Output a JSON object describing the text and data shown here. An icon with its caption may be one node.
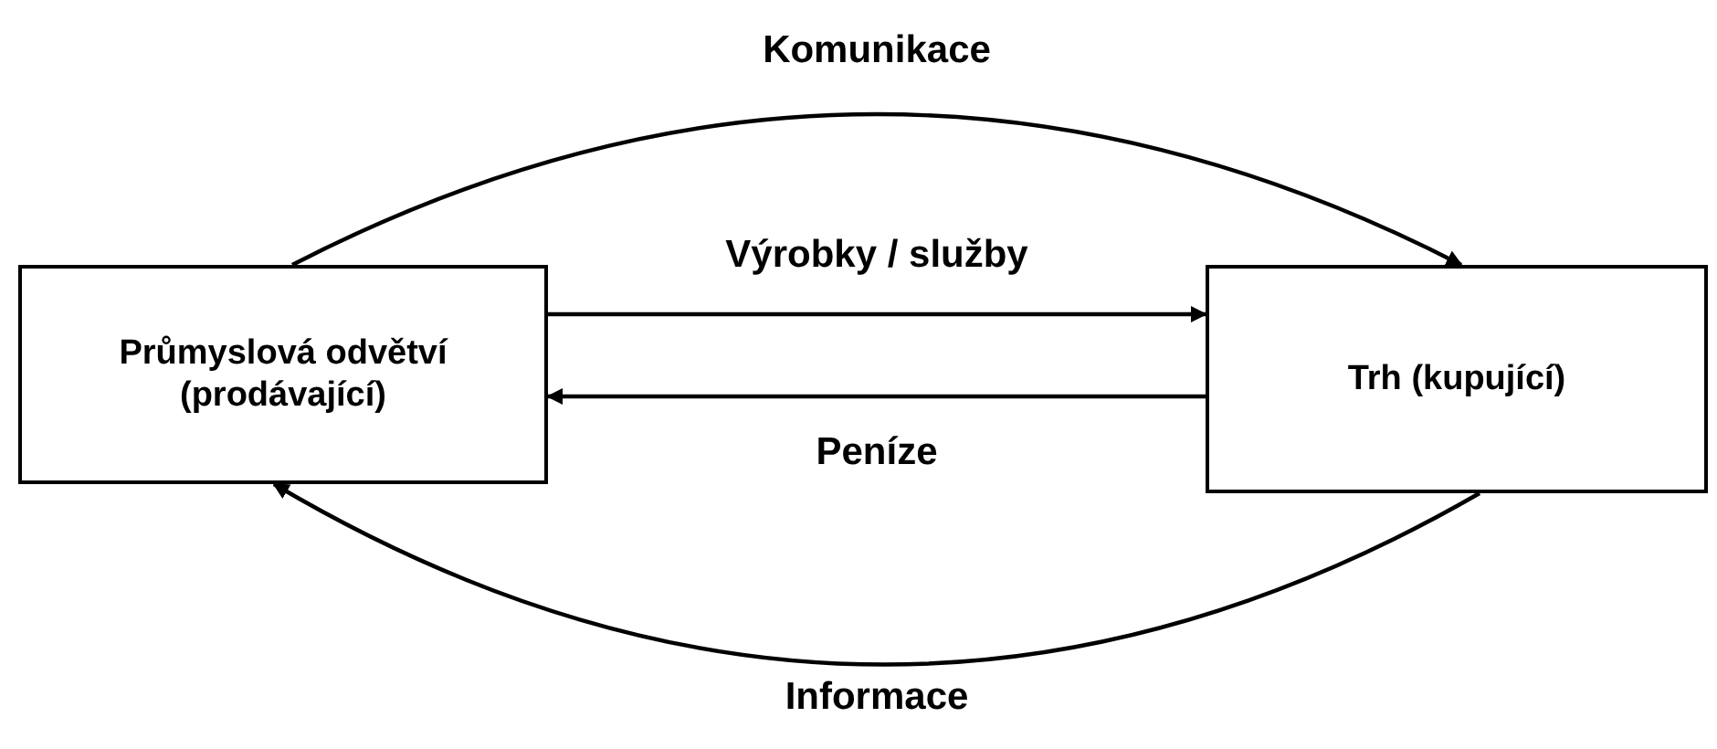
{
  "diagram": {
    "nodes": [
      {
        "text": [
          "Průmyslová odvětví (prodávající)"
        ]
      },
      {
        "text": [
          "Trh (kupující)"
        ]
      }
    ],
    "edges": [
      {
        "from": 0,
        "to": 1,
        "arrow": "to",
        "label": "Komunikace"
      },
      {
        "from": 0,
        "to": 1,
        "arrow": "to",
        "label": "Výrobky / služby"
      },
      {
        "from": 1,
        "to": 0,
        "arrow": "to",
        "label": "Peníze"
      },
      {
        "from": 1,
        "to": 0,
        "arrow": "to",
        "label": "Informace"
      }
    ]
  }
}
